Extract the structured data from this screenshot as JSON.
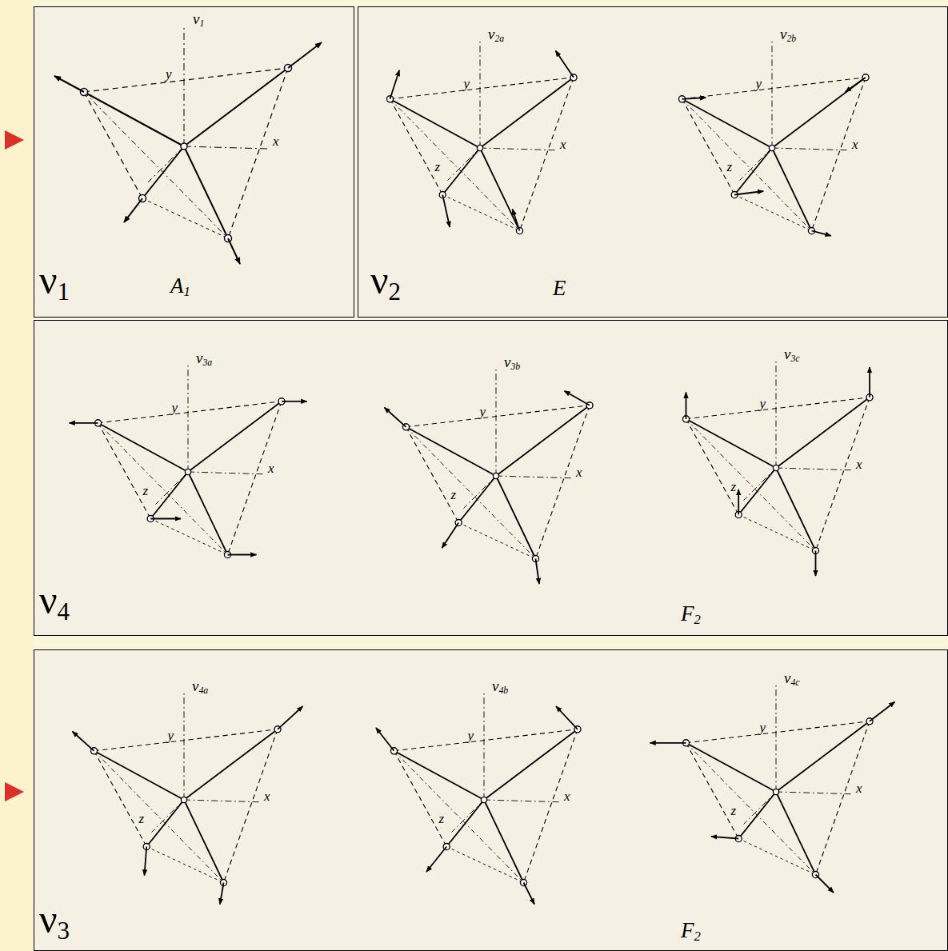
{
  "diagram": {
    "nodes": [
      {
        "text": [
          "ν1",
          "y",
          "x",
          "A1",
          "ν1"
        ]
      },
      {
        "text": [
          "ν2a",
          "y",
          "z",
          "x",
          "ν2b",
          "y",
          "z",
          "x",
          "E",
          "ν2"
        ]
      },
      {
        "text": [
          "ν3a",
          "y",
          "z",
          "x",
          "ν3b",
          "y",
          "z",
          "x",
          "ν3c",
          "y",
          "z",
          "x",
          "F2",
          "ν4"
        ]
      },
      {
        "text": [
          "ν4a",
          "y",
          "z",
          "x",
          "ν4b",
          "y",
          "z",
          "x",
          "ν4c",
          "y",
          "z",
          "x",
          "F2",
          "ν3"
        ]
      }
    ]
  }
}
